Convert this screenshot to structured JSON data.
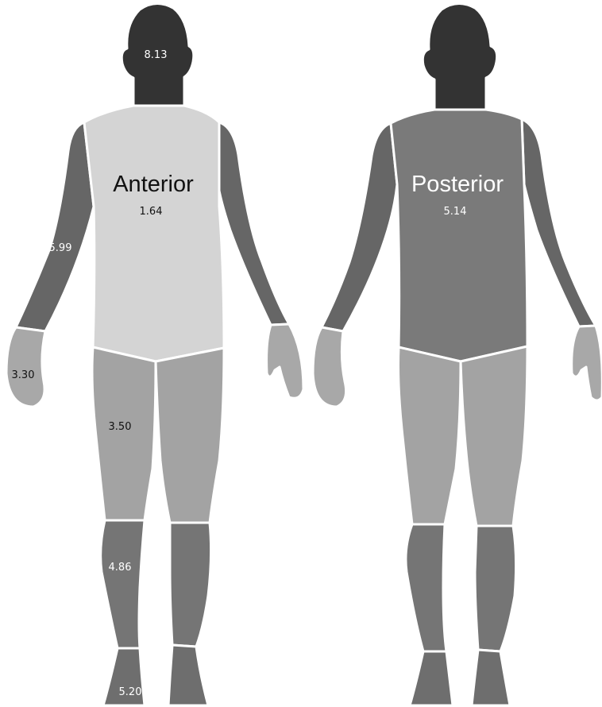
{
  "views": {
    "anterior": "Anterior",
    "posterior": "Posterior"
  },
  "values": {
    "head": "8.13",
    "trunk_anterior": "1.64",
    "trunk_posterior": "5.14",
    "arm": "5.99",
    "hand": "3.30",
    "thigh": "3.50",
    "lower_leg": "4.86",
    "foot": "5.20"
  },
  "colors": {
    "head": "#333333",
    "trunk_anterior": "#d4d4d4",
    "trunk_posterior": "#7a7a7a",
    "arm": "#666666",
    "hand": "#a8a8a8",
    "thigh": "#a3a3a3",
    "lower_leg": "#757575",
    "foot": "#6e6e6e",
    "outline": "#ffffff"
  }
}
